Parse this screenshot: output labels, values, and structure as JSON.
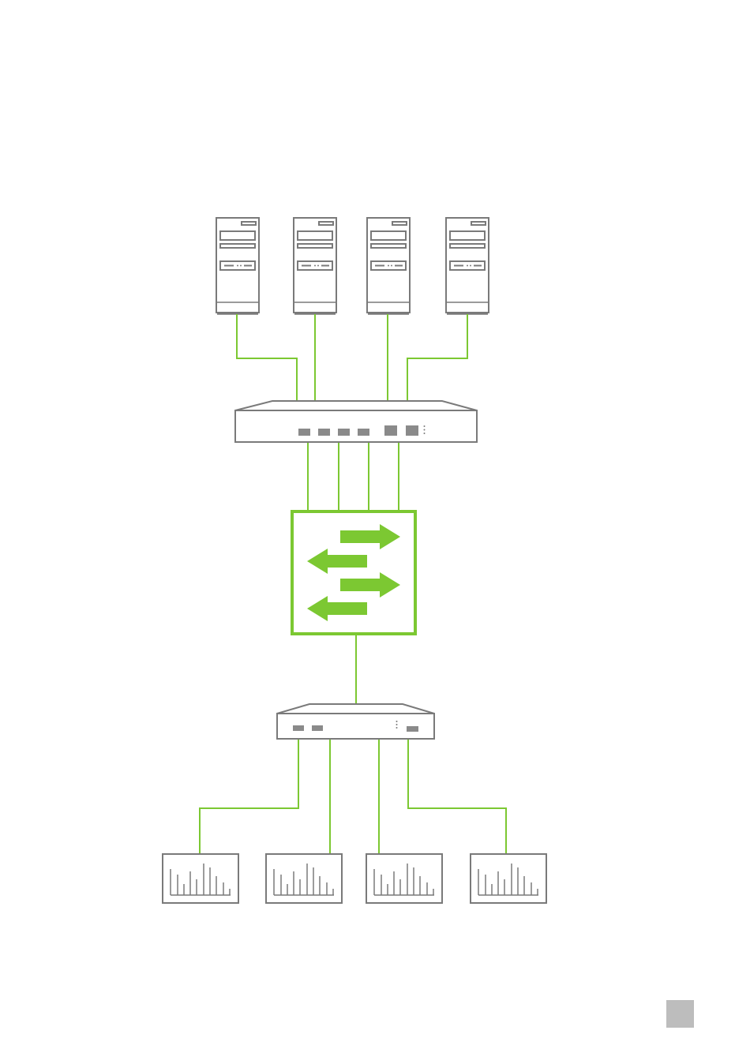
{
  "colors": {
    "accent": "#7cc832",
    "device_stroke": "#7a7a7a",
    "device_fill": "#8a8a8a",
    "page_tab": "#bdbdbd",
    "background": "#ffffff"
  },
  "nodes": {
    "servers": [
      {
        "icon": "server-tower-icon"
      },
      {
        "icon": "server-tower-icon"
      },
      {
        "icon": "server-tower-icon"
      },
      {
        "icon": "server-tower-icon"
      }
    ],
    "upper_switch": {
      "icon": "network-switch-icon",
      "ports": 6
    },
    "exchange_hub": {
      "icon": "bidirectional-arrows-icon",
      "arrows": [
        "right",
        "left",
        "right",
        "left"
      ]
    },
    "lower_switch": {
      "icon": "network-switch-icon",
      "ports": 3
    },
    "monitors": [
      {
        "icon": "bar-chart-monitor-icon"
      },
      {
        "icon": "bar-chart-monitor-icon"
      },
      {
        "icon": "bar-chart-monitor-icon"
      },
      {
        "icon": "bar-chart-monitor-icon"
      }
    ]
  },
  "page_tab": {
    "icon": "page-marker-icon"
  }
}
